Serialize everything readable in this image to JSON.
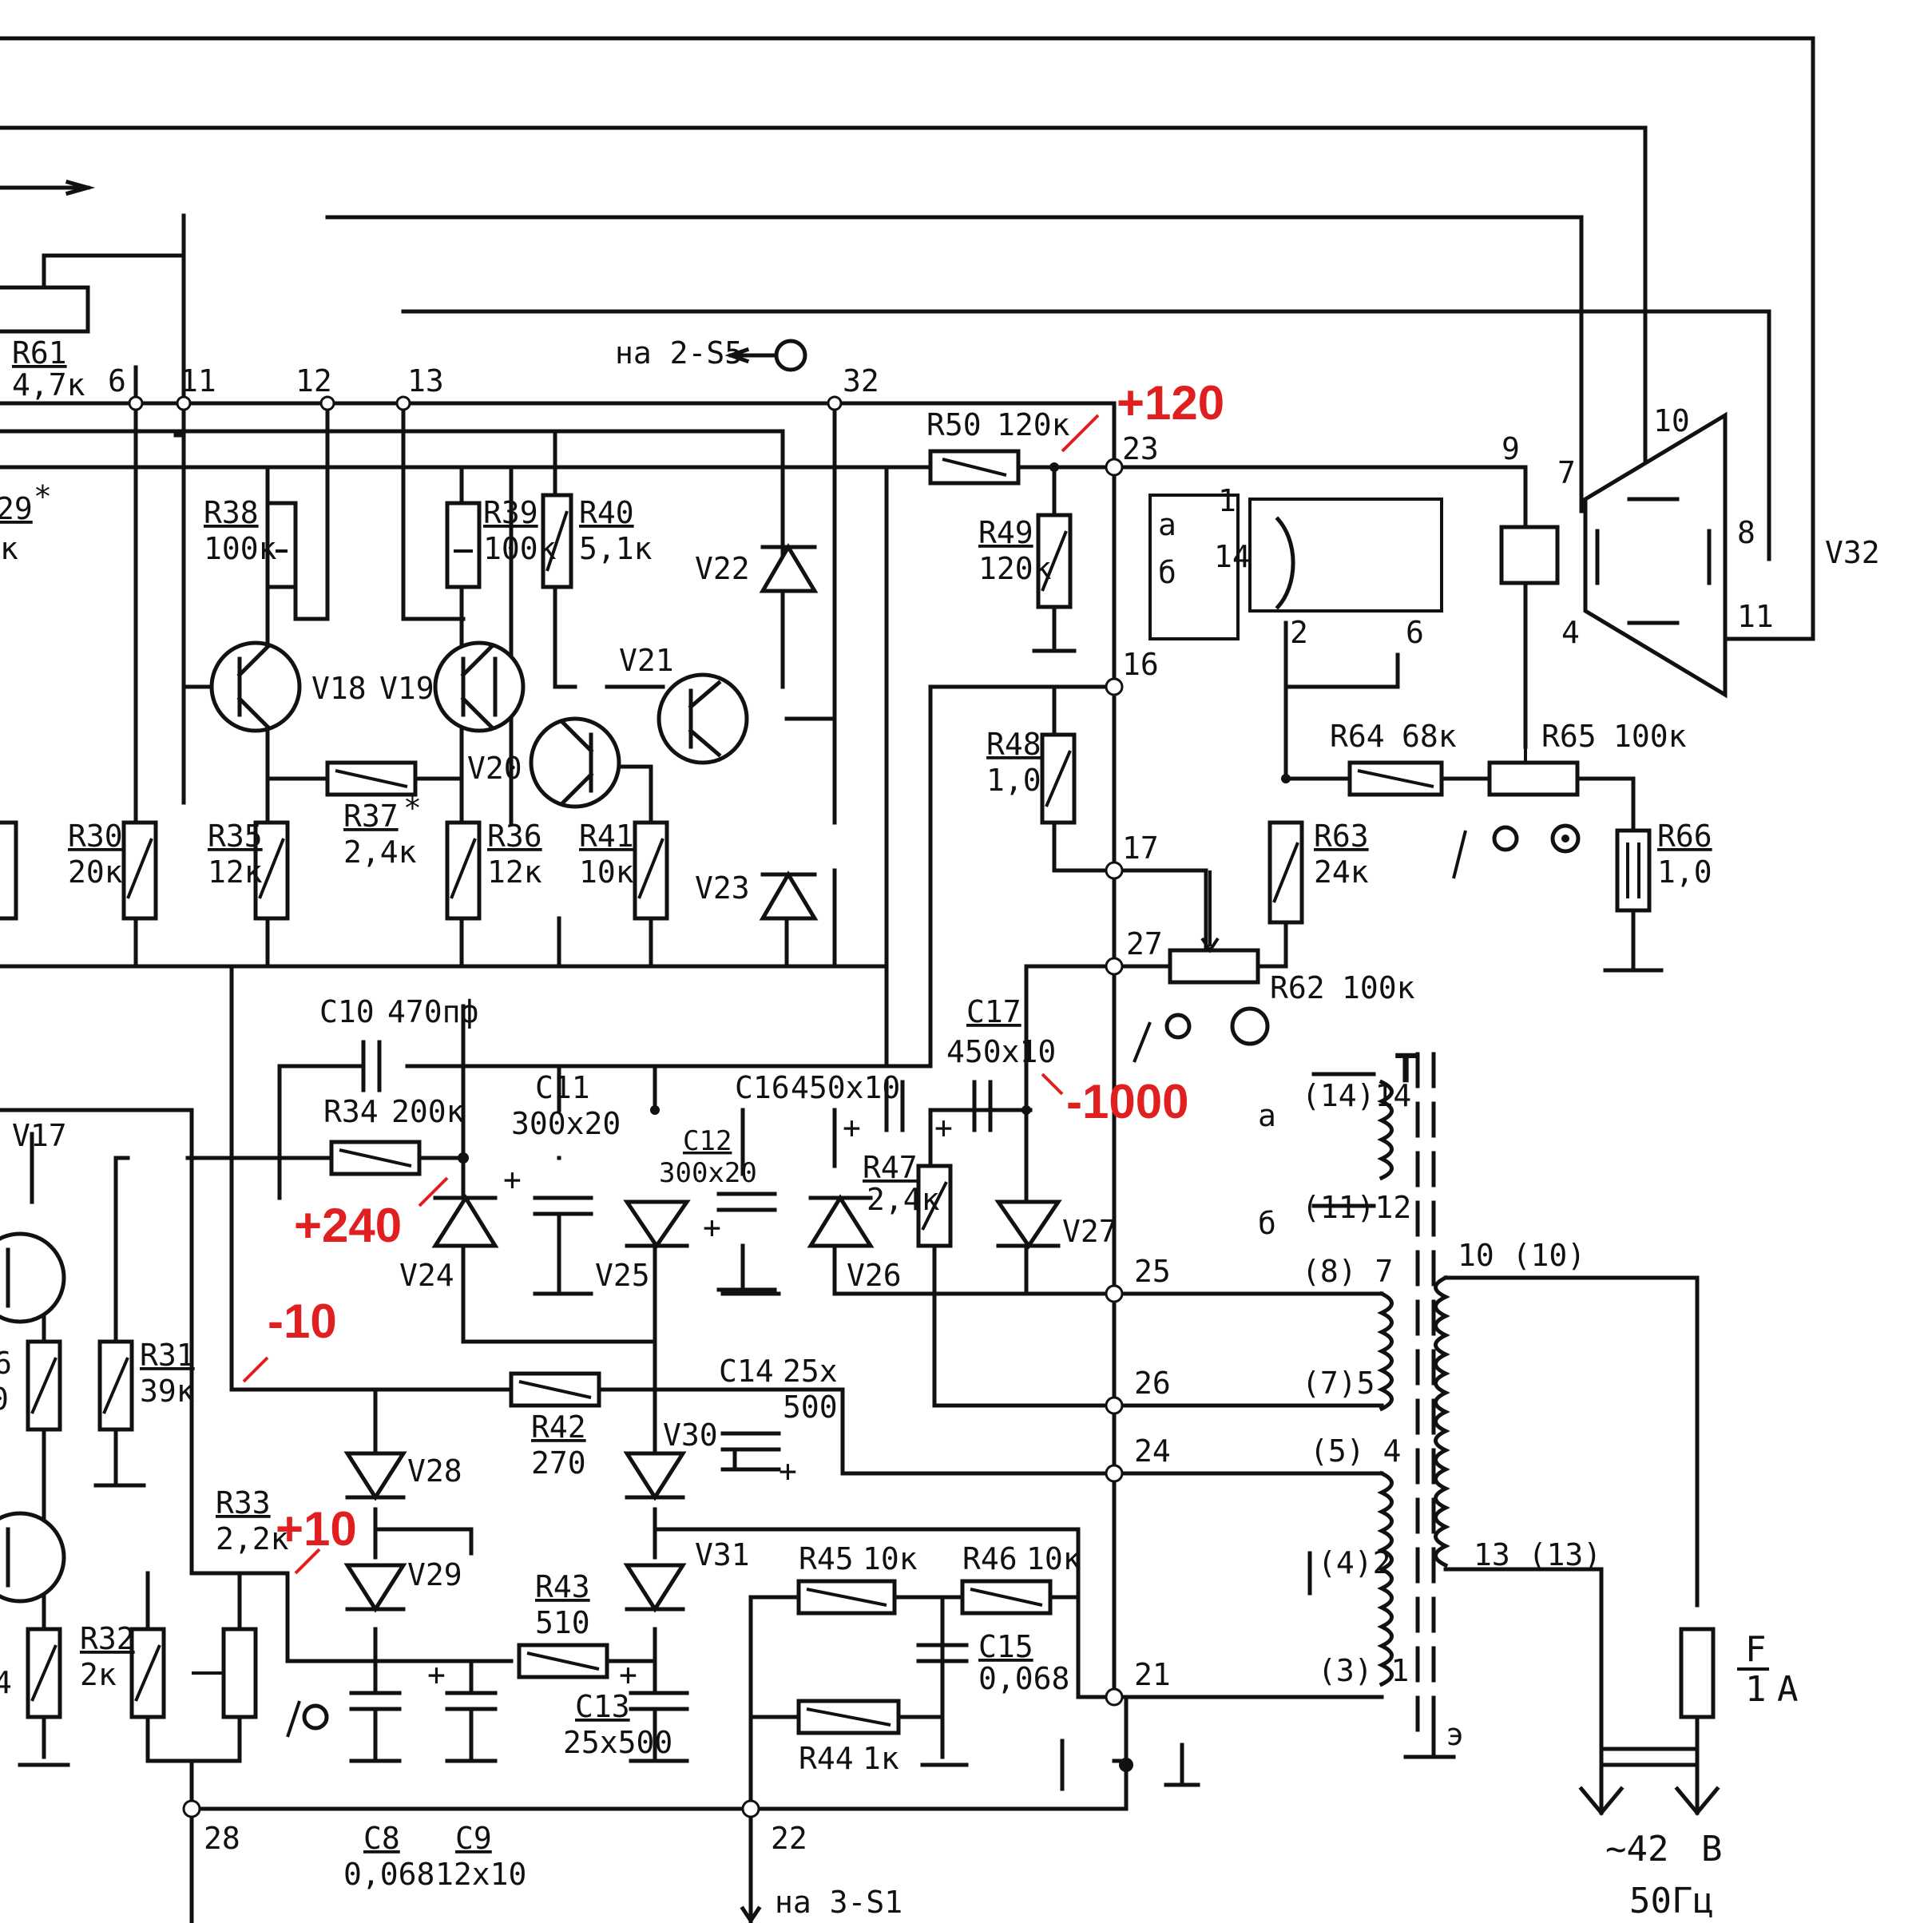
{
  "voltages": {
    "v_plus_120": "+120",
    "v_minus_1000": "-1000",
    "v_plus_240": "+240",
    "v_minus_10": "-10",
    "v_plus_10": "+10"
  },
  "nodes": {
    "n6": "6",
    "n11": "11",
    "n12": "12",
    "n13": "13",
    "n32": "32",
    "n23": "23",
    "n16": "16",
    "n17": "17",
    "n27": "27",
    "n25": "25",
    "n26": "26",
    "n24": "24",
    "n21": "21",
    "n22": "22",
    "n28": "28",
    "na2s5": "на 2-S5",
    "na3s1": "на 3-S1"
  },
  "resistors": {
    "r61": "R61",
    "r61v": "4,7к",
    "r29": "29",
    "r29s": "*",
    "r29v": "к",
    "r38": "R38",
    "r38v": "100к",
    "r39": "R39",
    "r39v": "100к",
    "r40": "R40",
    "r40v": "5,1к",
    "r50": "R50",
    "r50v": "120к",
    "r49": "R49",
    "r49v": "120к",
    "r48": "R48",
    "r48v": "1,0",
    "r30": "R30",
    "r30v": "20к",
    "r35": "R35",
    "r35v": "12к",
    "r37": "R37",
    "r37s": "*",
    "r37v": "2,4к",
    "r36": "R36",
    "r36v": "12к",
    "r41": "R41",
    "r41v": "10к",
    "r64": "R64",
    "r64v": "68к",
    "r65": "R65",
    "r65v": "100к",
    "r63": "R63",
    "r63v": "24к",
    "r66": "R66",
    "r66v": "1,0",
    "r62": "R62",
    "r62v": "100к",
    "r34": "R34",
    "r34v": "200к",
    "r47": "R47",
    "r47v": "2,4к",
    "r31": "R31",
    "r31v": "39к",
    "r42": "R42",
    "r42v": "270",
    "r33": "R33",
    "r33v": "2,2к",
    "r43": "R43",
    "r43v": "510",
    "r45": "R45",
    "r45v": "10к",
    "r46": "R46",
    "r46v": "10к",
    "r44": "R44",
    "r44v": "1к",
    "r32": "R32",
    "r32v": "2к",
    "e6": "6",
    "e0": "0",
    "e4": "4"
  },
  "capacitors": {
    "c10": "C10",
    "c10v": "470пф",
    "c11": "C11",
    "c11v": "300х20",
    "c16": "C16",
    "c16v": "450х10",
    "c17": "C17",
    "c17v": "450х10",
    "c12": "C12",
    "c12v": "300х20",
    "c14": "C14",
    "c14v1": "25х",
    "c14v2": "500",
    "c15": "C15",
    "c15v": "0,068",
    "c13": "C13",
    "c13v": "25х500",
    "c8": "C8",
    "c8v": "0,068",
    "c9": "C9",
    "c9v": "12х10"
  },
  "semis": {
    "v17": "V17",
    "v18": "V18",
    "v19": "V19",
    "v20": "V20",
    "v21": "V21",
    "v22": "V22",
    "v23": "V23",
    "v24": "V24",
    "v25": "V25",
    "v26": "V26",
    "v27": "V27",
    "v28": "V28",
    "v29": "V29",
    "v30": "V30",
    "v31": "V31",
    "v32": "V32"
  },
  "tube": {
    "p10": "10",
    "p7": "7",
    "p9": "9",
    "p8": "8",
    "p2": "2",
    "p6": "6",
    "p4": "4",
    "p11": "11",
    "p1": "1",
    "p14": "14",
    "a": "а",
    "b": "б"
  },
  "transformer": {
    "t": "T",
    "a": "а",
    "b": "б",
    "w14": "(14)14",
    "w12": "(11)12",
    "w7": "(8) 7",
    "w5": "(7)5",
    "w4": "(5) 4",
    "w2": "(4)2",
    "w1": "(3) 1",
    "w10": "10 (10)",
    "w13": "13 (13)",
    "screen": "э"
  },
  "mains": {
    "fuse": "F",
    "fuse_rating": "1",
    "fuse_unit": "А",
    "voltage": "~42",
    "volt_unit": "В",
    "freq": "50Гц"
  }
}
